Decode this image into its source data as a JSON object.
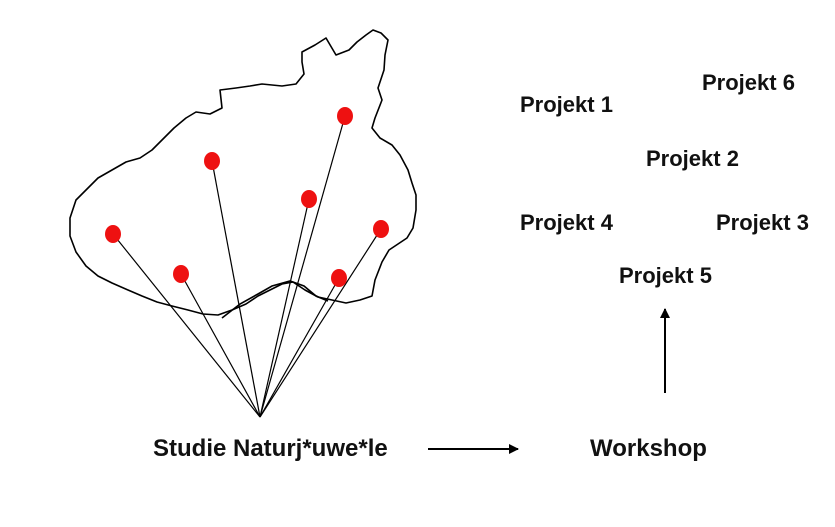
{
  "colors": {
    "marker": "#ee1111",
    "line": "#000000",
    "text": "#111111",
    "background": "#ffffff"
  },
  "study": {
    "label": "Studie Naturj*uwe*le"
  },
  "workshop": {
    "label": "Workshop"
  },
  "projects": [
    {
      "label": "Projekt 1"
    },
    {
      "label": "Projekt 2"
    },
    {
      "label": "Projekt 3"
    },
    {
      "label": "Projekt 4"
    },
    {
      "label": "Projekt 5"
    },
    {
      "label": "Projekt 6"
    }
  ],
  "icons": {
    "arrow_right": "arrow-right-icon",
    "arrow_up": "arrow-up-icon"
  }
}
